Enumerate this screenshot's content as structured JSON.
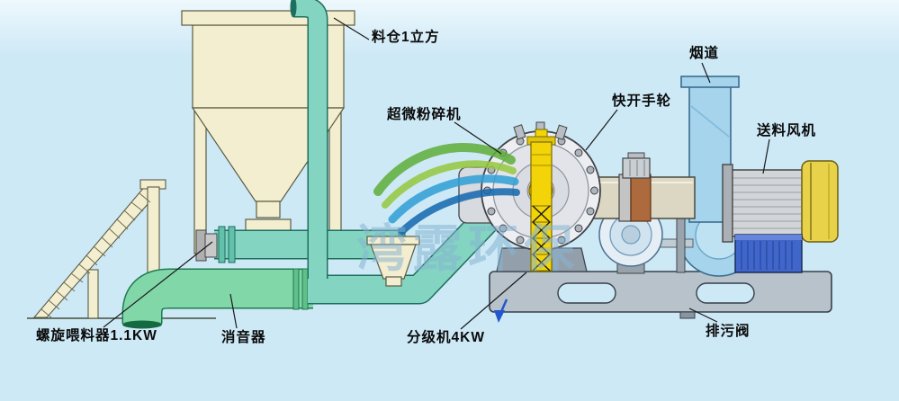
{
  "labels": {
    "silo": "料仓1立方",
    "mill": "超微粉碎机",
    "handwheel": "快开手轮",
    "flue": "烟道",
    "feed_fan": "送料风机",
    "screw_feeder": "螺旋喂料器1.1KW",
    "silencer": "消音器",
    "classifier": "分级机4KW",
    "drain_valve": "排污阀"
  },
  "watermark": {
    "text": "湾露环保"
  },
  "colors": {
    "background": "#cde9f6",
    "silo_cream": "#f3eecf",
    "pipe_teal": "#83d4c1",
    "silencer_green": "#82d7a9",
    "mill_gray": "#edeef2",
    "classifier_yellow": "#f2d409",
    "flue_blue": "#a5d4ec",
    "motor_blue": "#4066cc",
    "fan_yellow": "#e8d24a",
    "base_gray": "#b7c2cb",
    "outlet_brown": "#ad6a3d"
  }
}
